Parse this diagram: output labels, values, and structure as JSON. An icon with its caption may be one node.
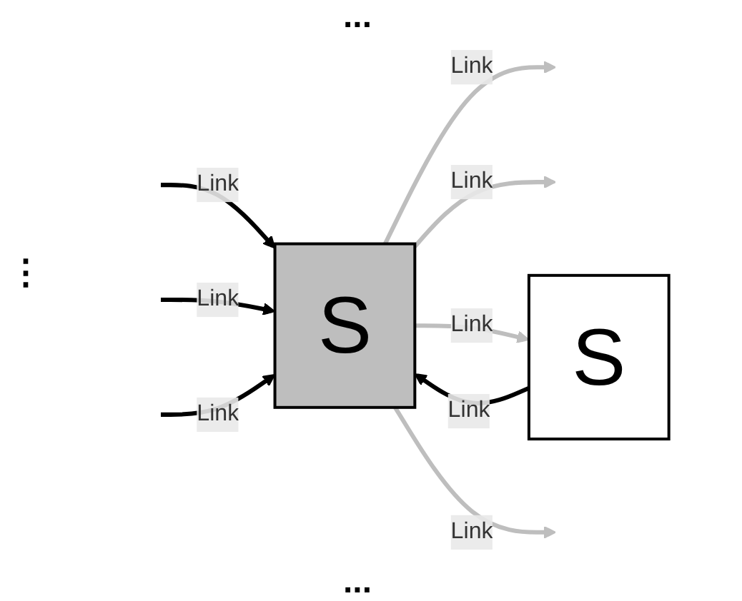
{
  "diagram": {
    "nodes": [
      {
        "text": [
          "S"
        ]
      },
      {
        "text": [
          "S"
        ]
      }
    ],
    "edges": [
      {
        "from": 0,
        "to": null,
        "arrow": "to",
        "label": "Link",
        "color": "#bebebe"
      },
      {
        "from": null,
        "to": 0,
        "arrow": "to",
        "label": "Link",
        "color": "#000000"
      },
      {
        "from": null,
        "to": 0,
        "arrow": "to",
        "label": "Link",
        "color": "#000000"
      },
      {
        "from": 0,
        "to": null,
        "arrow": "to",
        "label": "Link",
        "color": "#bebebe"
      },
      {
        "from": 0,
        "to": 1,
        "arrow": "to",
        "label": "Link",
        "color": "#bebebe"
      },
      {
        "from": 1,
        "to": 0,
        "arrow": "to",
        "label": "Link",
        "color": "#000000"
      },
      {
        "from": null,
        "to": 0,
        "arrow": "to",
        "label": "Link",
        "color": "#000000"
      },
      {
        "from": 0,
        "to": null,
        "arrow": "to",
        "label": "Link",
        "color": "#bebebe"
      }
    ],
    "labels": [
      "...",
      "⋮",
      "..."
    ]
  }
}
